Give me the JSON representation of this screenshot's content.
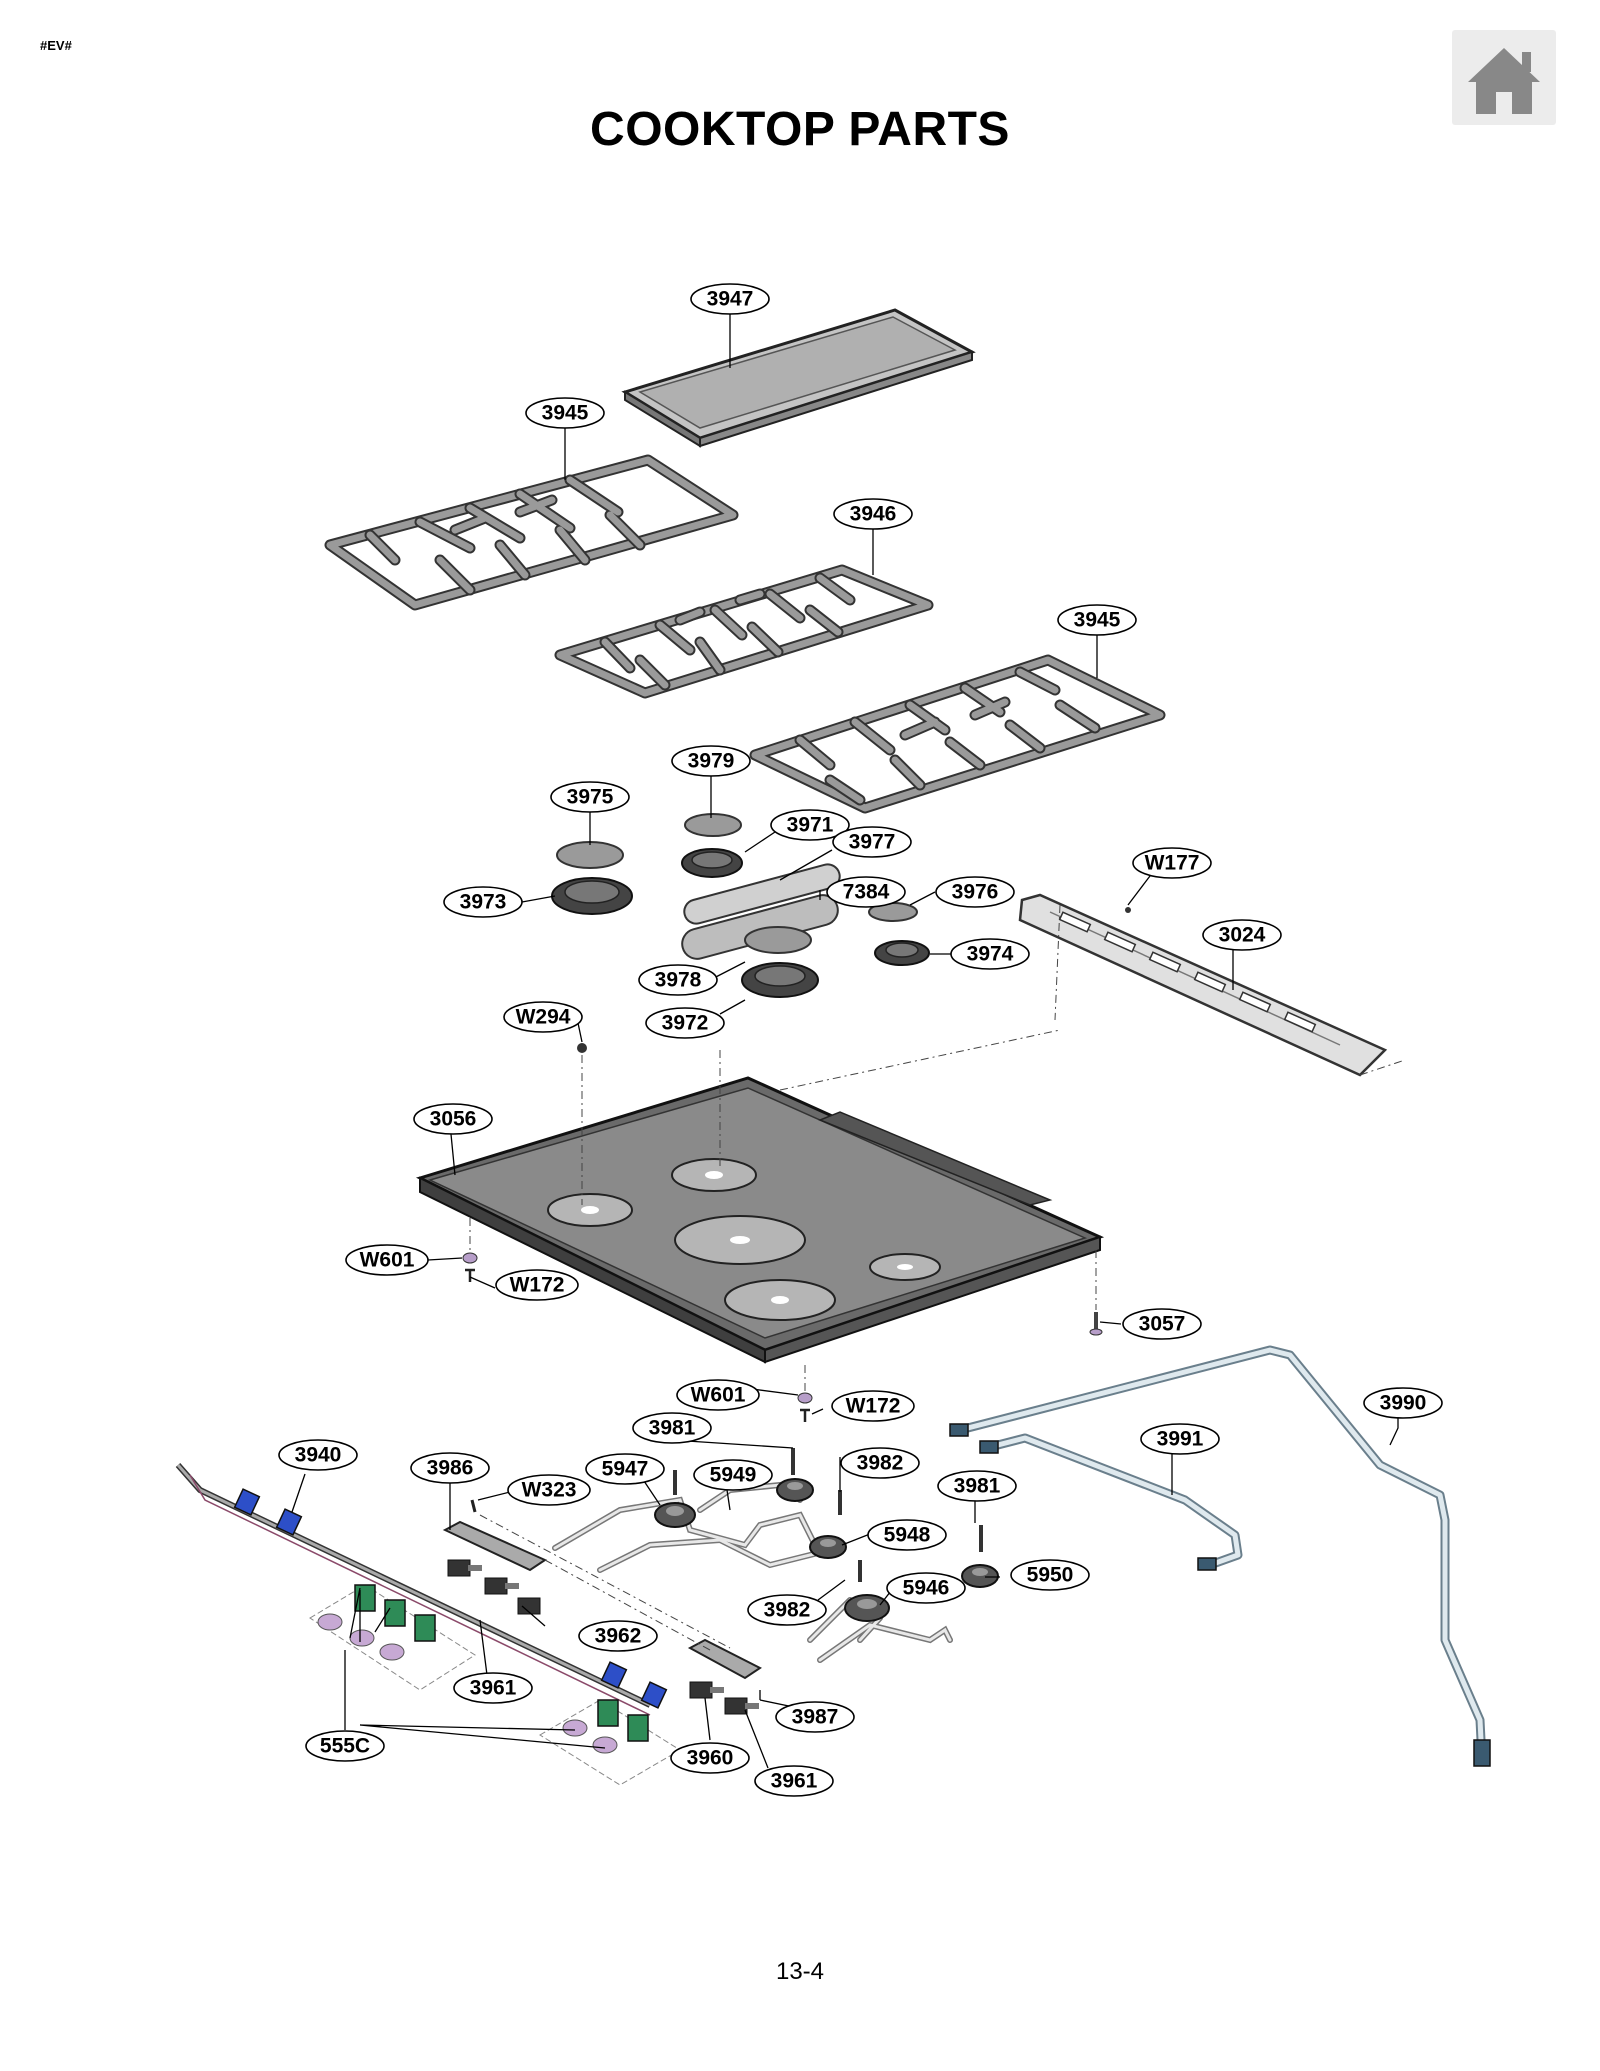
{
  "header": {
    "code": "#EV#",
    "title": "COOKTOP PARTS",
    "home_icon": "home-icon"
  },
  "footer": {
    "page_number": "13-4"
  },
  "callouts": {
    "c3947": "3947",
    "c3945a": "3945",
    "c3946": "3946",
    "c3945b": "3945",
    "c3979": "3979",
    "c3975": "3975",
    "c3971": "3971",
    "c3977": "3977",
    "c3973": "3973",
    "c7384": "7384",
    "c3976": "3976",
    "cW177": "W177",
    "c3024": "3024",
    "c3974": "3974",
    "c3978": "3978",
    "c3972": "3972",
    "cW294": "W294",
    "c3056": "3056",
    "cW601a": "W601",
    "cW172a": "W172",
    "c3057": "3057",
    "cW601b": "W601",
    "cW172b": "W172",
    "c3990": "3990",
    "c3981a": "3981",
    "c3991": "3991",
    "c3940": "3940",
    "c3986": "3986",
    "c5947": "5947",
    "c3982a": "3982",
    "cW323": "W323",
    "c5949": "5949",
    "c3981b": "3981",
    "c5948": "5948",
    "c5950": "5950",
    "c5946": "5946",
    "c3962": "3962",
    "c3982b": "3982",
    "c3961a": "3961",
    "c3987": "3987",
    "c555C": "555C",
    "c3960": "3960",
    "c3961b": "3961"
  }
}
